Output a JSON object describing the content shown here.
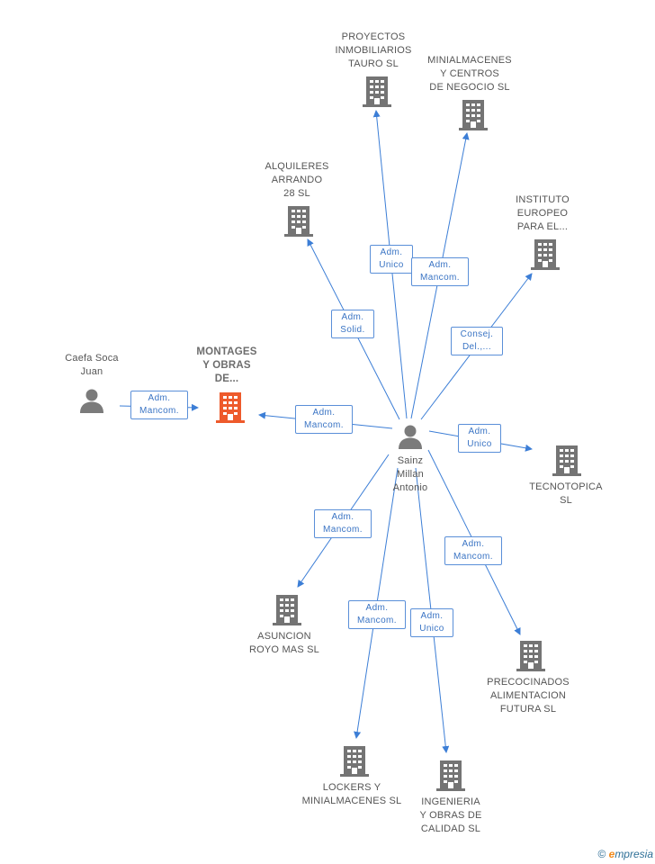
{
  "colors": {
    "edge": "#3c7ed6",
    "building": "#747474",
    "focus_building": "#ee5a2b",
    "person": "#7b7b7b"
  },
  "center_person": {
    "label": "Sainz\nMillan\nAntonio"
  },
  "other_person": {
    "label": "Caefa Soca\nJuan"
  },
  "focus_company": {
    "label": "MONTAGES\nY OBRAS\nDE..."
  },
  "companies": [
    {
      "id": "proyectos",
      "label": "PROYECTOS\nINMOBILIARIOS\nTAURO SL"
    },
    {
      "id": "minialmacenes",
      "label": "MINIALMACENES\nY CENTROS\nDE NEGOCIO SL"
    },
    {
      "id": "alquileres",
      "label": "ALQUILERES\nARRANDO\n28 SL"
    },
    {
      "id": "instituto",
      "label": "INSTITUTO\nEUROPEO\nPARA EL..."
    },
    {
      "id": "tecnotopica",
      "label": "TECNOTOPICA\nSL"
    },
    {
      "id": "asuncion",
      "label": "ASUNCION\nROYO MAS SL"
    },
    {
      "id": "precocinados",
      "label": "PRECOCINADOS\nALIMENTACION\nFUTURA SL"
    },
    {
      "id": "lockers",
      "label": "LOCKERS Y\nMINIALMACENES SL"
    },
    {
      "id": "ingenieria",
      "label": "INGENIERIA\nY OBRAS DE\nCALIDAD SL"
    }
  ],
  "edges": [
    {
      "id": "e-caefa-montages",
      "label": "Adm.\nMancom."
    },
    {
      "id": "e-sainz-montages",
      "label": "Adm.\nMancom."
    },
    {
      "id": "e-sainz-proyectos",
      "label": "Adm.\nUnico"
    },
    {
      "id": "e-sainz-minialmacenes",
      "label": "Adm.\nMancom."
    },
    {
      "id": "e-sainz-alquileres",
      "label": "Adm.\nSolid."
    },
    {
      "id": "e-sainz-instituto",
      "label": "Consej.\nDel.,..."
    },
    {
      "id": "e-sainz-tecnotopica",
      "label": "Adm.\nUnico"
    },
    {
      "id": "e-sainz-asuncion",
      "label": "Adm.\nMancom."
    },
    {
      "id": "e-sainz-precocinados",
      "label": "Adm.\nMancom."
    },
    {
      "id": "e-sainz-lockers",
      "label": "Adm.\nMancom."
    },
    {
      "id": "e-sainz-ingenieria",
      "label": "Adm.\nUnico"
    }
  ],
  "footer": {
    "copyright": "©",
    "brand_e": "e",
    "brand_rest": "mpresia"
  }
}
